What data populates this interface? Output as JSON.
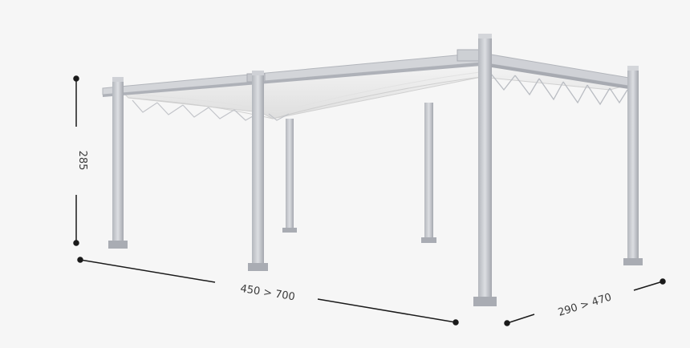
{
  "dimensions": {
    "height": "285",
    "length": "450 > 700",
    "depth": "290 > 470"
  },
  "colors": {
    "background": "#f6f6f6",
    "frame": "#c9cbd0",
    "frame_shade": "#a9acb3",
    "canopy": "#ececec",
    "dimension_line": "#1a1a1a"
  }
}
